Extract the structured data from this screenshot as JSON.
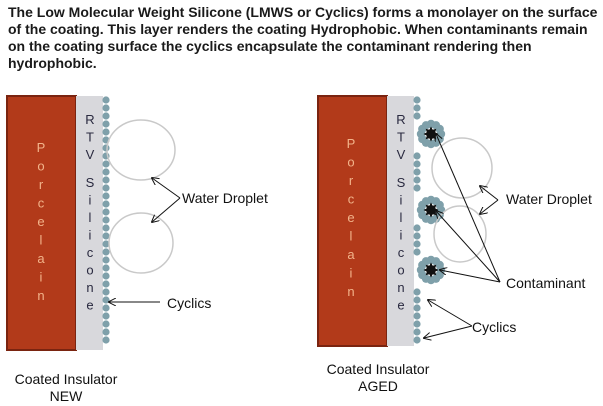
{
  "caption": "The Low Molecular Weight Silicone (LMWS or Cyclics) forms a monolayer on the surface of the coating. This layer renders the coating Hydrophobic.  When contaminants remain on the coating surface the cyclics encapsulate the contaminant rendering then hydrophobic.",
  "panels": [
    {
      "porcelain_label": "Porcelain",
      "coating_label": "RTV Silicone",
      "labels": {
        "water": "Water Droplet",
        "cyclics": "Cyclics"
      },
      "title_line1": "Coated Insulator",
      "title_line2": "NEW"
    },
    {
      "porcelain_label": "Porcelain",
      "coating_label": "RTV Silicone",
      "labels": {
        "water": "Water Droplet",
        "contaminant": "Contaminant",
        "cyclics": "Cyclics"
      },
      "title_line1": "Coated Insulator",
      "title_line2": "AGED"
    }
  ],
  "colors": {
    "porcelain": "#b23a1a",
    "porcelain_edge": "#7a2410",
    "porcelain_text": "#f2b38a",
    "coating": "#d8d8dc",
    "coating_text": "#2a2a40",
    "cyclics": "#7fa0aa",
    "contaminant": "#111111",
    "droplet": "#c9c9c9"
  }
}
